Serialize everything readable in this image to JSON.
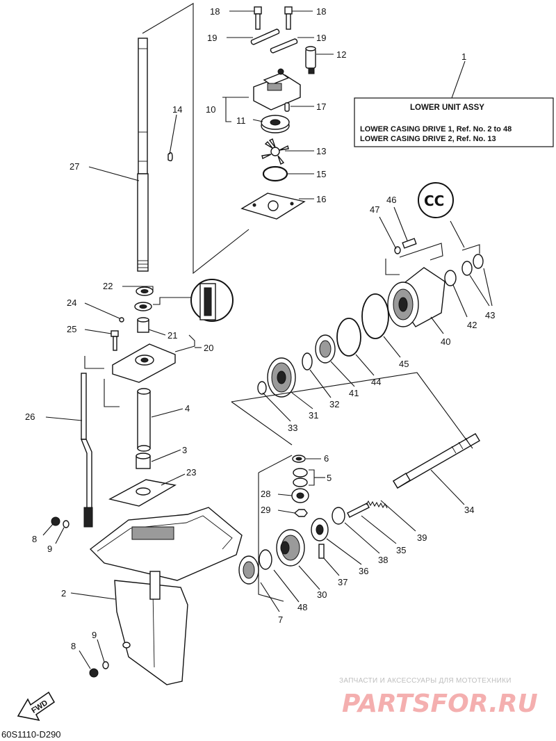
{
  "diagram_code": "60S1110-D290",
  "fwd_label": "FWD",
  "info_box": {
    "ref": "1",
    "title": "LOWER  UNIT ASSY",
    "line1": "LOWER CASING DRIVE 1, Ref. No. 2 to 48",
    "line2": "LOWER CASING DRIVE 2, Ref. No. 13"
  },
  "badge_text": "CC",
  "watermark": {
    "tagline": "ЗАПЧАСТИ И АКСЕССУАРЫ ДЛЯ МОТОТЕХНИКИ",
    "brand": "PARTSFOR.RU"
  },
  "callouts": [
    {
      "id": "c2",
      "label": "2"
    },
    {
      "id": "c3",
      "label": "3"
    },
    {
      "id": "c4",
      "label": "4"
    },
    {
      "id": "c5",
      "label": "5"
    },
    {
      "id": "c6",
      "label": "6"
    },
    {
      "id": "c7",
      "label": "7"
    },
    {
      "id": "c8a",
      "label": "8"
    },
    {
      "id": "c8b",
      "label": "8"
    },
    {
      "id": "c9a",
      "label": "9"
    },
    {
      "id": "c9b",
      "label": "9"
    },
    {
      "id": "c10",
      "label": "10"
    },
    {
      "id": "c11",
      "label": "11"
    },
    {
      "id": "c12",
      "label": "12"
    },
    {
      "id": "c13",
      "label": "13"
    },
    {
      "id": "c14",
      "label": "14"
    },
    {
      "id": "c15",
      "label": "15"
    },
    {
      "id": "c16",
      "label": "16"
    },
    {
      "id": "c17",
      "label": "17"
    },
    {
      "id": "c18a",
      "label": "18"
    },
    {
      "id": "c18b",
      "label": "18"
    },
    {
      "id": "c19a",
      "label": "19"
    },
    {
      "id": "c19b",
      "label": "19"
    },
    {
      "id": "c20",
      "label": "20"
    },
    {
      "id": "c21",
      "label": "21"
    },
    {
      "id": "c22",
      "label": "22"
    },
    {
      "id": "c23",
      "label": "23"
    },
    {
      "id": "c24",
      "label": "24"
    },
    {
      "id": "c25",
      "label": "25"
    },
    {
      "id": "c26",
      "label": "26"
    },
    {
      "id": "c27",
      "label": "27"
    },
    {
      "id": "c28",
      "label": "28"
    },
    {
      "id": "c29",
      "label": "29"
    },
    {
      "id": "c30",
      "label": "30"
    },
    {
      "id": "c31",
      "label": "31"
    },
    {
      "id": "c32",
      "label": "32"
    },
    {
      "id": "c33",
      "label": "33"
    },
    {
      "id": "c34",
      "label": "34"
    },
    {
      "id": "c35",
      "label": "35"
    },
    {
      "id": "c36",
      "label": "36"
    },
    {
      "id": "c37",
      "label": "37"
    },
    {
      "id": "c38",
      "label": "38"
    },
    {
      "id": "c39",
      "label": "39"
    },
    {
      "id": "c40",
      "label": "40"
    },
    {
      "id": "c41",
      "label": "41"
    },
    {
      "id": "c42",
      "label": "42"
    },
    {
      "id": "c43",
      "label": "43"
    },
    {
      "id": "c44",
      "label": "44"
    },
    {
      "id": "c45",
      "label": "45"
    },
    {
      "id": "c46",
      "label": "46"
    },
    {
      "id": "c47",
      "label": "47"
    },
    {
      "id": "c48",
      "label": "48"
    }
  ]
}
